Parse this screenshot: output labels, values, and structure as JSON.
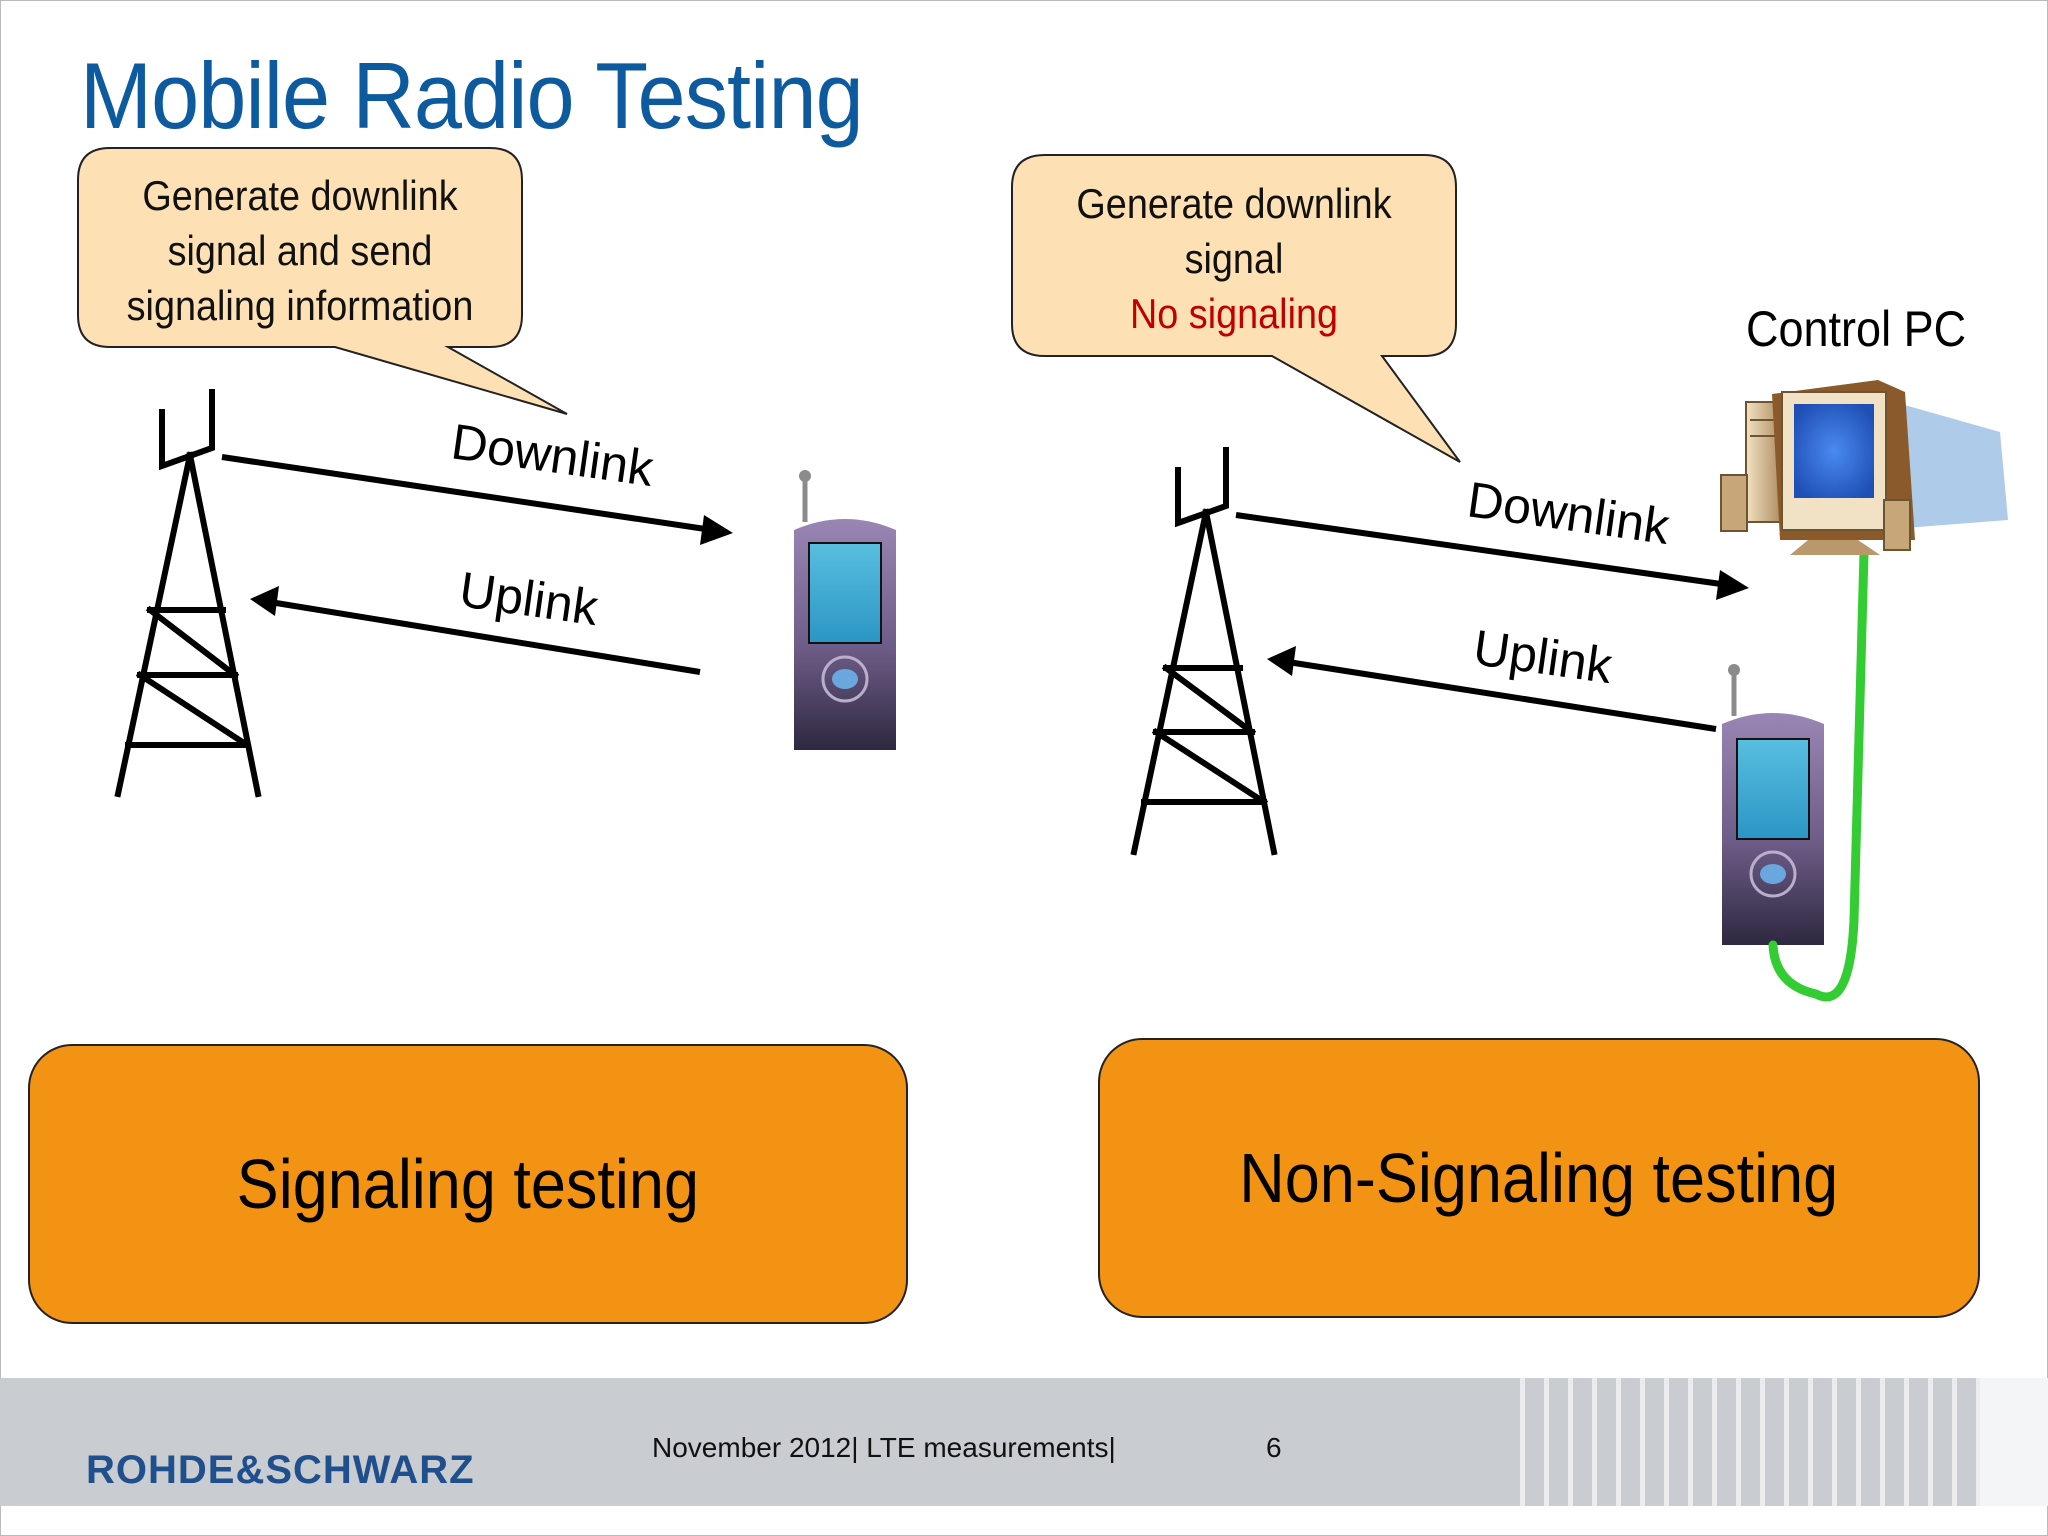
{
  "slide": {
    "title": "Mobile Radio Testing"
  },
  "left_diagram": {
    "callout_lines": [
      "Generate downlink",
      "signal and send",
      "signaling information"
    ],
    "downlink_label": "Downlink",
    "uplink_label": "Uplink",
    "box_label": "Signaling testing"
  },
  "right_diagram": {
    "callout_lines": [
      "Generate downlink",
      "signal",
      "No signaling"
    ],
    "downlink_label": "Downlink",
    "uplink_label": "Uplink",
    "control_pc_label": "Control PC",
    "box_label": "Non-Signaling testing"
  },
  "footer": {
    "date": "November 2012",
    "topic": "LTE measurements",
    "page_number": "6",
    "logo_text": "ROHDE&SCHWARZ"
  },
  "colors": {
    "title": "#0d5a9e",
    "callout_fill": "#fde0b4",
    "box_fill": "#f39314",
    "cable": "#33cc33",
    "no_signaling_text": "#c00000"
  }
}
